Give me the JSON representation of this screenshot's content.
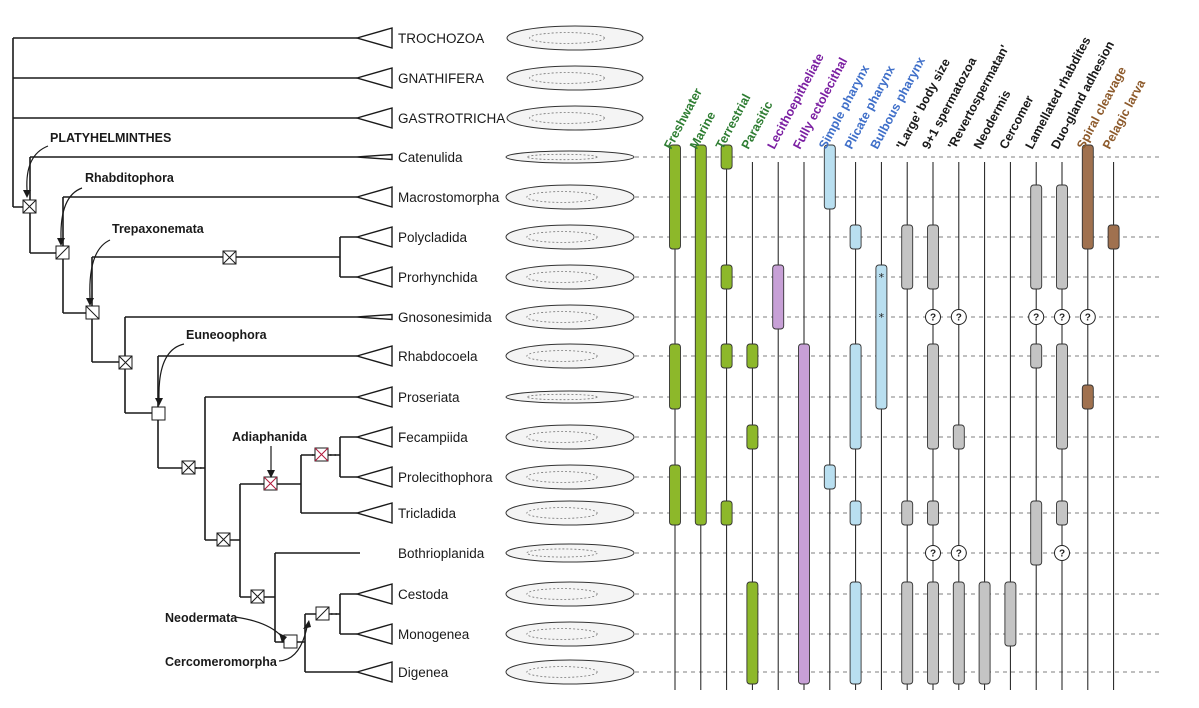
{
  "taxa": [
    {
      "name": "TROCHOZOA"
    },
    {
      "name": "GNATHIFERA"
    },
    {
      "name": "GASTROTRICHA"
    },
    {
      "name": "Catenulida"
    },
    {
      "name": "Macrostomorpha"
    },
    {
      "name": "Polycladida"
    },
    {
      "name": "Prorhynchida"
    },
    {
      "name": "Gnosonesimida"
    },
    {
      "name": "Rhabdocoela"
    },
    {
      "name": "Proseriata"
    },
    {
      "name": "Fecampiida"
    },
    {
      "name": "Prolecithophora"
    },
    {
      "name": "Tricladida"
    },
    {
      "name": "Bothrioplanida"
    },
    {
      "name": "Cestoda"
    },
    {
      "name": "Monogenea"
    },
    {
      "name": "Digenea"
    }
  ],
  "clades": [
    {
      "name": "PLATYHELMINTHES"
    },
    {
      "name": "Rhabditophora"
    },
    {
      "name": "Trepaxonemata"
    },
    {
      "name": "Euneoophora"
    },
    {
      "name": "Adiaphanida"
    },
    {
      "name": "Neodermata"
    },
    {
      "name": "Cercomeromorpha"
    }
  ],
  "colors": {
    "habitat": "#2e7d32",
    "feeding": "#7b1fa2",
    "pharynx": "#3f6fc9",
    "other": "#1a1a1a",
    "development": "#8d5a2b",
    "bar_habitat": "#8db82a",
    "bar_feeding": "#c7a0d6",
    "bar_pharynx": "#b9dff0",
    "bar_other": "#c4c4c4",
    "bar_development": "#a0714f"
  },
  "characters": [
    {
      "name": "Freshwater",
      "group": "habitat",
      "present": [
        3,
        4,
        5,
        8,
        9,
        11,
        12
      ],
      "unknown": []
    },
    {
      "name": "Marine",
      "group": "habitat",
      "present": [
        3,
        4,
        5,
        6,
        7,
        8,
        9,
        10,
        11,
        12
      ],
      "unknown": []
    },
    {
      "name": "Terrestrial",
      "group": "habitat",
      "present": [
        3,
        6,
        8,
        12
      ],
      "unknown": []
    },
    {
      "name": "Parasitic",
      "group": "habitat",
      "present": [
        8,
        10,
        14,
        15,
        16
      ],
      "unknown": []
    },
    {
      "name": "Lecithoepitheliate",
      "group": "feeding",
      "present": [
        6,
        7
      ],
      "unknown": []
    },
    {
      "name": "Fully ectolecithal",
      "group": "feeding",
      "present": [
        8,
        9,
        10,
        11,
        12,
        13,
        14,
        15,
        16
      ],
      "unknown": []
    },
    {
      "name": "Simple pharynx",
      "group": "pharynx",
      "present": [
        3,
        4,
        11
      ],
      "unknown": []
    },
    {
      "name": "Plicate pharynx",
      "group": "pharynx",
      "present": [
        5,
        8,
        9,
        10,
        12,
        14,
        15,
        16
      ],
      "unknown": []
    },
    {
      "name": "Bulbous pharynx",
      "group": "pharynx",
      "present": [
        6,
        7,
        8,
        9
      ],
      "unknown": []
    },
    {
      "name": "'Large' body size",
      "group": "other",
      "present": [
        5,
        6,
        12,
        14,
        15,
        16
      ],
      "unknown": []
    },
    {
      "name": "9+1 spermatozoa",
      "group": "other",
      "present": [
        5,
        6,
        8,
        9,
        10,
        12,
        14,
        15,
        16
      ],
      "unknown": [
        7,
        13
      ]
    },
    {
      "name": "'Revertospermatan'",
      "group": "other",
      "present": [
        10,
        14,
        15,
        16
      ],
      "unknown": [
        7,
        13
      ]
    },
    {
      "name": "Neodermis",
      "group": "other",
      "present": [
        14,
        15,
        16
      ],
      "unknown": []
    },
    {
      "name": "Cercomer",
      "group": "other",
      "present": [
        14,
        15
      ],
      "unknown": []
    },
    {
      "name": "Lamellated rhabdites",
      "group": "other",
      "present": [
        4,
        5,
        6,
        8,
        12,
        13
      ],
      "unknown": [
        7
      ]
    },
    {
      "name": "Duo-gland adhesion",
      "group": "other",
      "present": [
        4,
        5,
        6,
        8,
        9,
        10,
        12
      ],
      "unknown": [
        7,
        13
      ]
    },
    {
      "name": "Spiral cleavage",
      "group": "development",
      "present": [
        3,
        4,
        5,
        9
      ],
      "unknown": [
        7
      ]
    },
    {
      "name": "Pelagic larva",
      "group": "development",
      "present": [
        5
      ],
      "unknown": []
    }
  ],
  "markers": {
    "bulbous_pharynx_asterisk": "*",
    "unknown_symbol": "?"
  }
}
